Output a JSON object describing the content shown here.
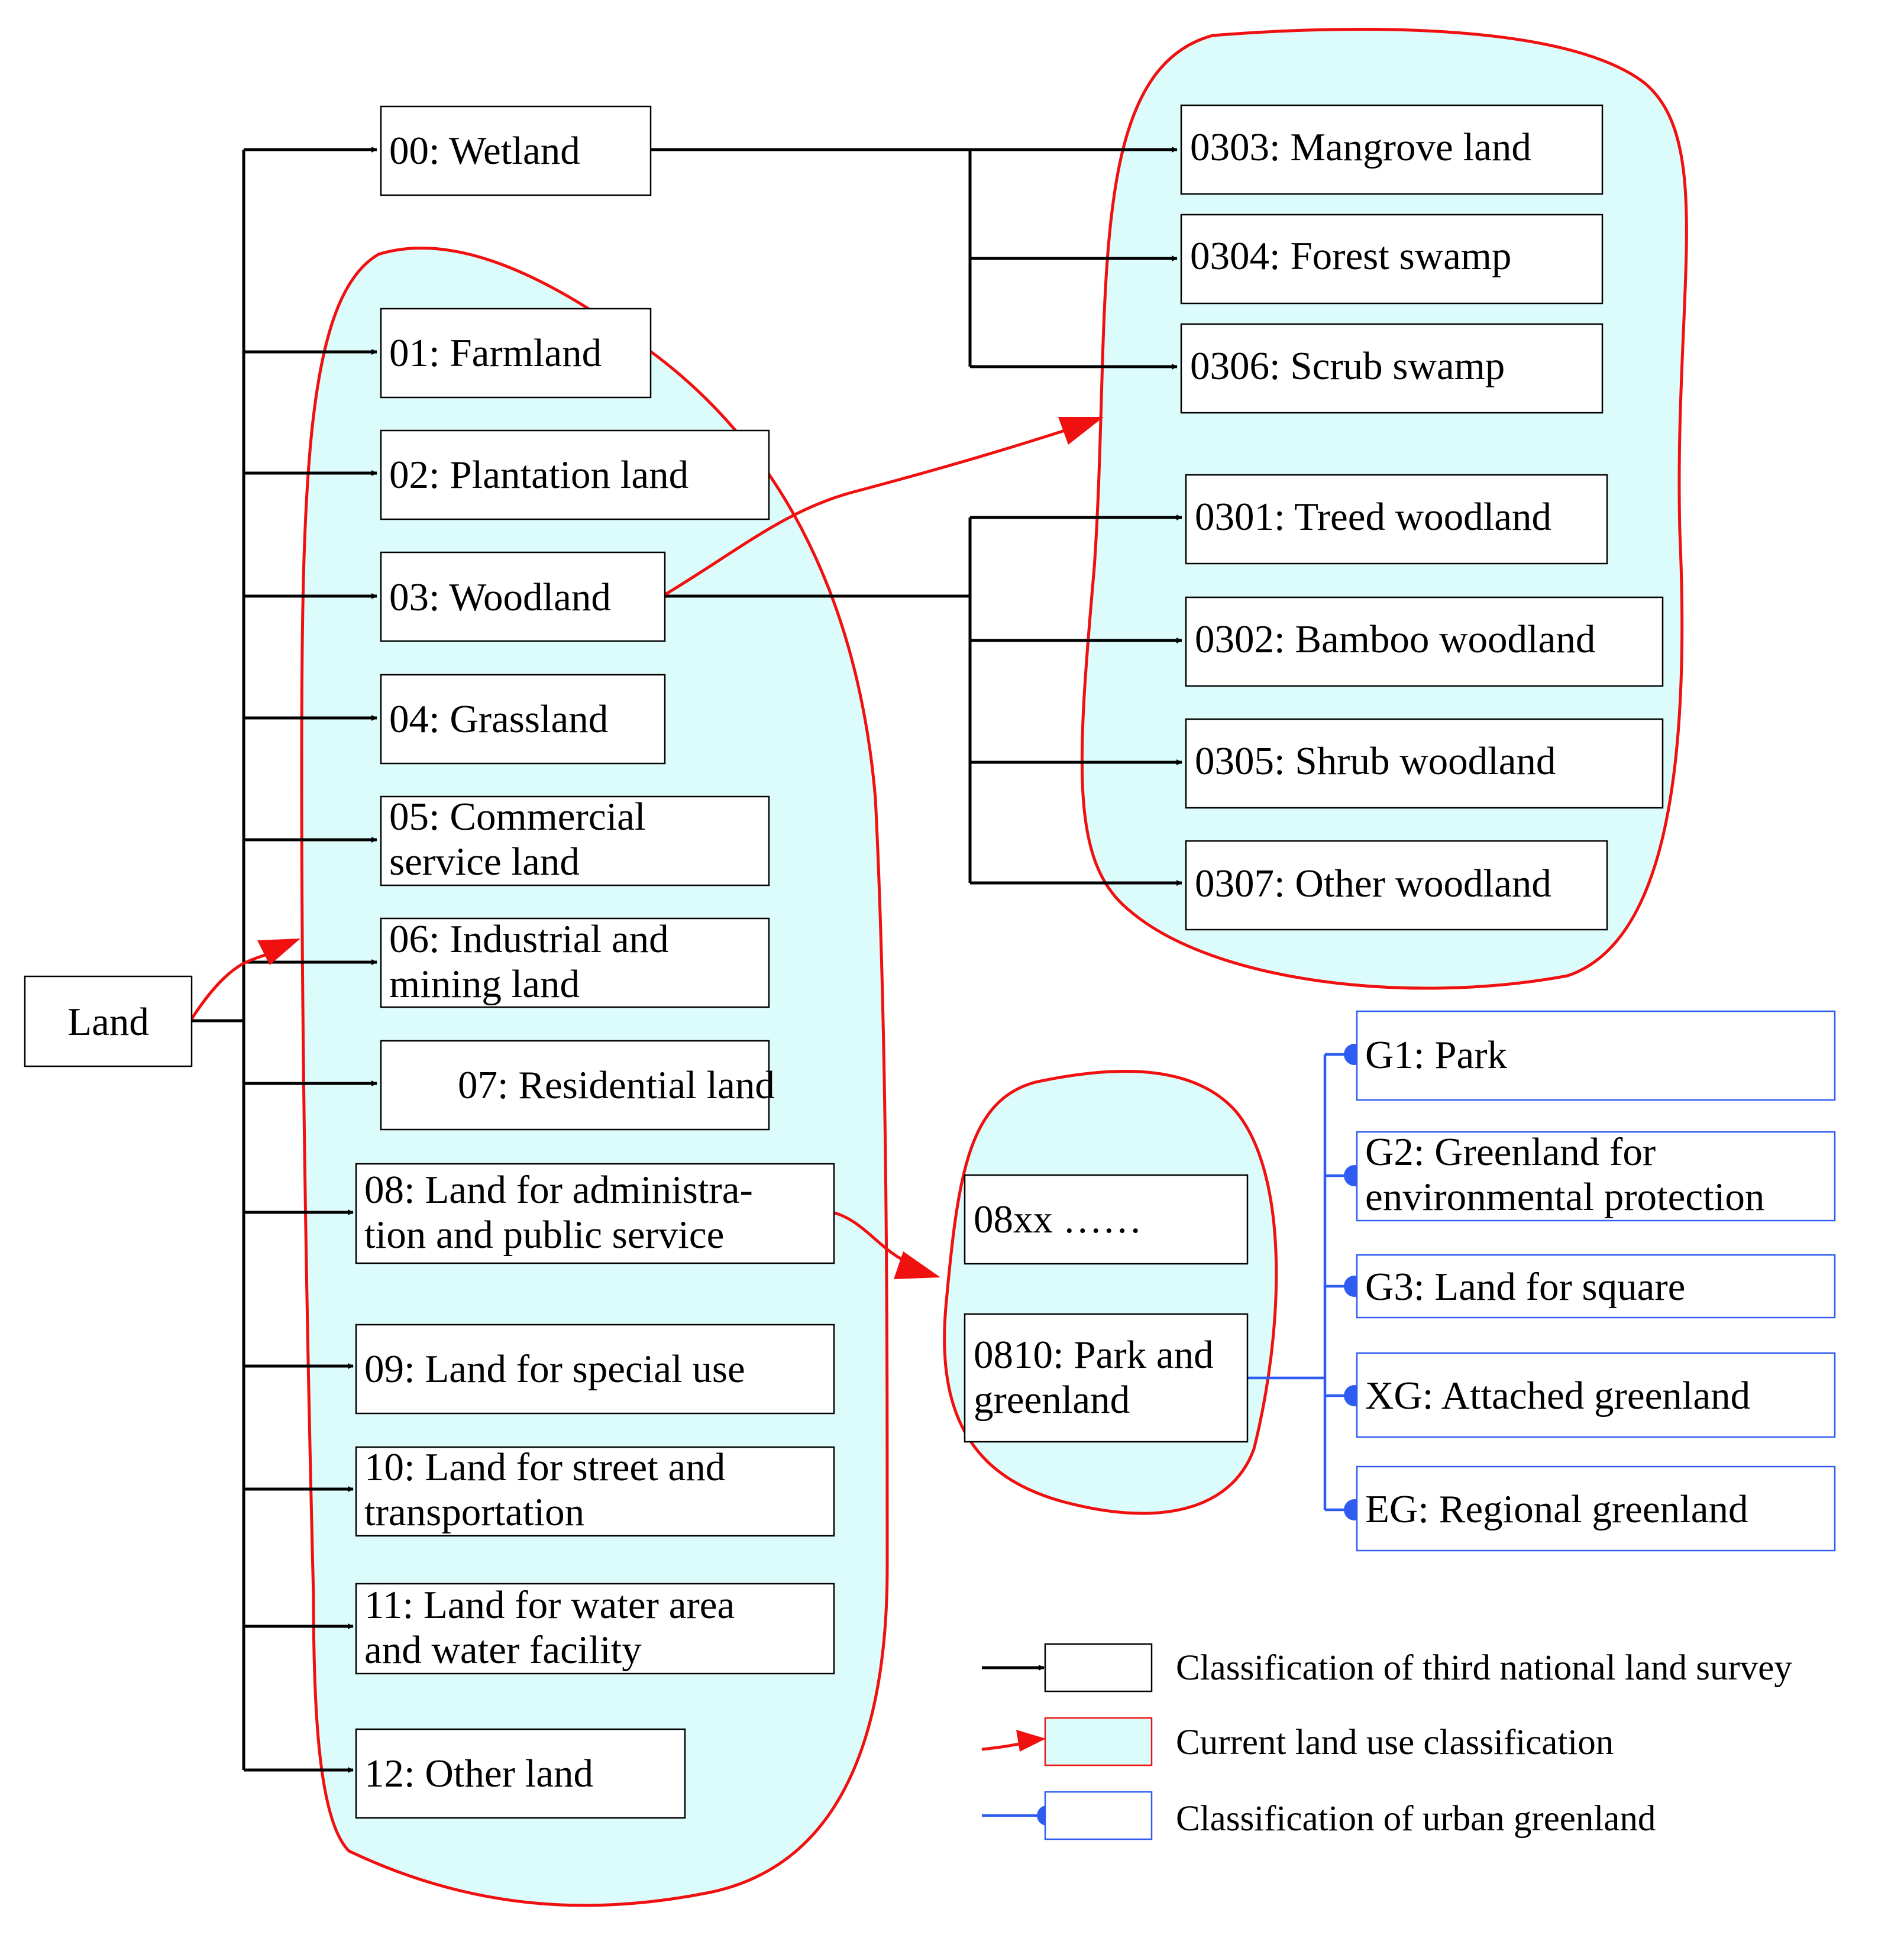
{
  "root": {
    "label": "Land"
  },
  "survey_classes": {
    "wetland": "00: Wetland",
    "farmland": "01: Farmland",
    "plantation": "02: Plantation land",
    "woodland": "03: Woodland",
    "grassland": "04: Grassland",
    "commercial": [
      "05: Commercial",
      "service land"
    ],
    "industrial": [
      "06: Industrial and",
      "mining land"
    ],
    "residential": "07: Residential land",
    "administration": [
      "08: Land for administra-",
      "tion and public service"
    ],
    "special": "09: Land for special use",
    "street": [
      "10: Land for street and",
      "transportation"
    ],
    "water": [
      "11:  Land for water area",
      "and water facility"
    ],
    "other": "12: Other land"
  },
  "woodland_subclasses": {
    "mangrove": "0303: Mangrove land",
    "forest_swamp": "0304: Forest swamp",
    "scrub_swamp": "0306: Scrub swamp",
    "treed": "0301: Treed woodland",
    "bamboo": "0302: Bamboo woodland",
    "shrub": "0305: Shrub woodland",
    "other": "0307: Other woodland"
  },
  "public_service_subclasses": {
    "placeholder": "08xx ……",
    "park": [
      "0810: Park and",
      "greenland"
    ]
  },
  "urban_greenland": {
    "g1": "G1: Park",
    "g2": [
      "G2: Greenland for",
      "environmental protection"
    ],
    "g3": "G3: Land for square",
    "xg": "XG: Attached greenland",
    "eg": "EG: Regional greenland"
  },
  "legend": {
    "survey": "Classification of third national land survey",
    "current": "Current land use classification",
    "urban": "Classification of urban greenland"
  },
  "colors": {
    "blob_fill": "#dcfcfc",
    "blob_stroke": "#f01010",
    "blue": "#2f5cf0",
    "black": "#000000"
  }
}
